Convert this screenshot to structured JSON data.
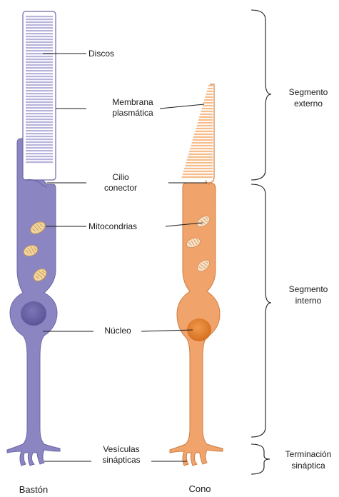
{
  "cells": {
    "rod": {
      "name": "Bastón",
      "color": "#8b86c2",
      "disc_color": "#b7b3dc",
      "nucleus_color": "#6b64a8"
    },
    "cone": {
      "name": "Cono",
      "color": "#f0a36a",
      "disc_color": "#f6bd8a",
      "nucleus_color": "#e07a2e"
    }
  },
  "labels": {
    "discs": "Discos",
    "plasma_membrane_1": "Membrana",
    "plasma_membrane_2": "plasmática",
    "cilium_1": "Cilio",
    "cilium_2": "conector",
    "mitochondria": "Mitocondrias",
    "nucleus": "Núcleo",
    "vesicles_1": "Vesículas",
    "vesicles_2": "sinápticas"
  },
  "segments": {
    "outer_1": "Segmento",
    "outer_2": "externo",
    "inner_1": "Segmento",
    "inner_2": "interno",
    "terminal_1": "Terminación",
    "terminal_2": "sináptica"
  }
}
